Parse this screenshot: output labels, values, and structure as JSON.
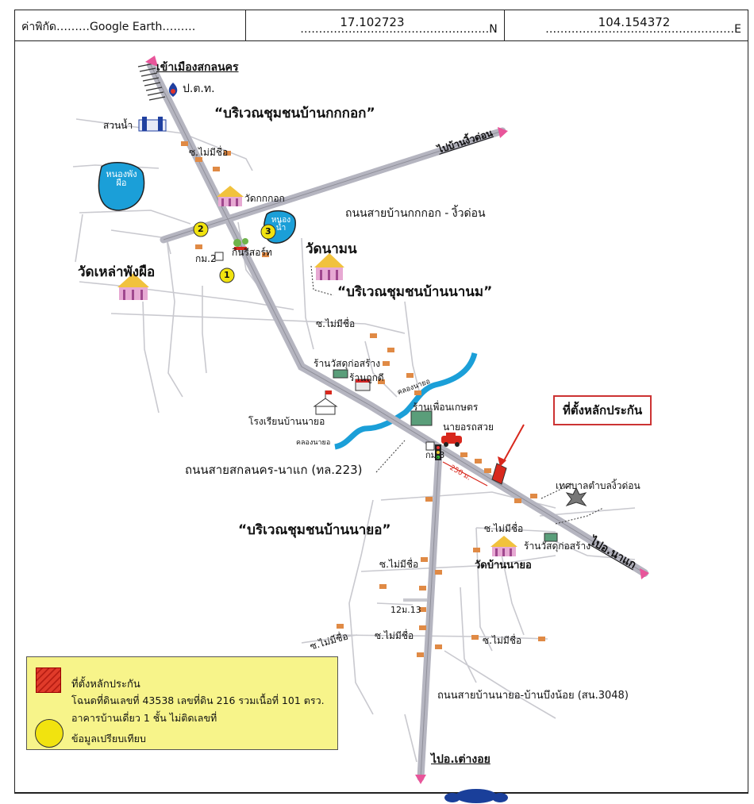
{
  "header": {
    "coord_prefix": "ค่าพิกัด………Google Earth………",
    "lat_value": "17.102723",
    "lat_suffix": "N",
    "lon_value": "104.154372",
    "lon_suffix": "E"
  },
  "map": {
    "top_destination": "เข้าเมืองสกลนคร",
    "right_destination_upper": "ไปบ้านงิ้วด่อน",
    "right_destination_lower": "ไปอ.นาแก",
    "bottom_destination": "ไปอ.เต่างอย",
    "community_kok": "“บริเวณชุมชนบ้านกกกอก”",
    "community_nanom": "“บริเวณชุมชนบ้านนานม”",
    "community_nayo": "“บริเวณชุมชนบ้านนายอ”",
    "road_kokkok": "ถนนสายบ้านกกกอก - งิ้วด่อน",
    "road_sakon": "ถนนสายสกลนคร-นาแก (ทล.223)",
    "road_nayo": "ถนนสายบ้านนายอ-บ้านบึงน้อย (สน.3048)",
    "ptt": "ป.ต.ท.",
    "water_park": "สวนน้ำ",
    "soi_nameless": "ซ.ไม่มีชื่อ",
    "pond_phang": "หนองพังผือ",
    "pond_nam": "หนองน้ำ",
    "wat_kokkok": "วัดกกกอก",
    "wat_nanom": "วัดนามน",
    "wat_laophang": "วัดเหล่าพังผือ",
    "wat_nayo": "วัดบ้านนายอ",
    "km2": "กม.2",
    "km3": "กม.3",
    "km13": "12ม.13",
    "resort": "กินรีสอร์ท",
    "shop_material1": "ร้านวัสดุก่อสร้าง",
    "shop_material2": "ร้านวัสดุก่อสร้าง",
    "shop_goodd": "ร้านถูกดี",
    "shop_farm": "ร้านเพื่อนเกษตร",
    "shop_car": "นายอรถสวย",
    "school": "โรงเรียนบ้านนายอ",
    "canal": "คลองนายอ",
    "distance": "250 ม.",
    "municipality": "เทศบาลตำบลงิ้วด่อน",
    "comp1": "1",
    "comp2": "2",
    "comp3": "3",
    "callout": "ที่ตั้งหลักประกัน"
  },
  "legend": {
    "collateral_title": "ที่ตั้งหลักประกัน",
    "deed_line": "โฉนดที่ดินเลขที่ 43538 เลขที่ดิน 216 รวมเนื้อที่ 101 ตรว.",
    "building_line": "อาคารบ้านเดี่ยว 1 ชั้น  ไม่ติดเลขที่",
    "comparison": "ข้อมูลเปรียบเทียบ"
  },
  "colors": {
    "road": "#b5b5c0",
    "water": "#1b9fd8",
    "marker": "#e8559a",
    "comparison": "#f1e30f",
    "collateral": "#d8281d",
    "legend_bg": "#f7f48a"
  }
}
